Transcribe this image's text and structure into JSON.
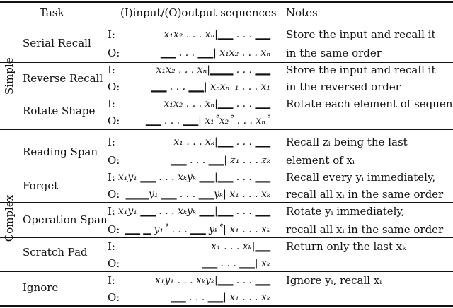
{
  "header": {
    "task": "Task",
    "sequences": "(I)input/(O)output sequences",
    "notes": "Notes"
  },
  "groups": {
    "simple": "Simple",
    "complex": "Complex"
  },
  "rows": [
    {
      "task": "Serial Recall",
      "input_label": "I:",
      "input_seq": "x₁x₂ . . . xₙ|▁▁ . . . ▁▁",
      "output_label": "O:",
      "output_seq": "▁▁ . . . ▁▁| x₁x₂ . . . xₙ",
      "notes_line1": "Store the input and recall it",
      "notes_line2": "in the same order"
    },
    {
      "task": "Reverse Recall",
      "input_label": "I:",
      "input_seq": "x₁x₂ . . . xₙ|▁▁▁ . . . ▁▁",
      "output_label": "O:",
      "output_seq": "▁▁ . . . ▁▁| xₙxₙ₋₁ . . . x₁",
      "notes_line1": "Store the input and recall it",
      "notes_line2": "in the reversed order"
    },
    {
      "task": "Rotate Shape",
      "input_label": "I:",
      "input_seq": "x₁x₂ . . . xₙ|▁▁ . . . ▁▁",
      "output_label": "O:",
      "output_seq": "▁▁ . . . ▁▁| x₁˚x₂˚ . . . xₙ˚",
      "notes_line1": "Rotate each element of sequence",
      "notes_line2": ""
    },
    {
      "task": "Reading Span",
      "input_label": "I:",
      "input_seq": "x₁ . . . xₖ|▁▁ . . . ▁▁",
      "output_label": "O:",
      "output_seq": "▁▁ . . . ▁▁| z₁ . . . zₖ",
      "notes_line1": "Recall zᵢ being the last",
      "notes_line2": "element of xᵢ"
    },
    {
      "task": "Forget",
      "input_label": "I:",
      "input_seq": "x₁y₁ ▁▁ . . . xₖyₖ ▁▁|▁▁ . . . ▁▁",
      "output_label": "O:",
      "output_seq": "▁▁▁y₁ ▁▁ . . . ▁▁yₖ| x₁ . . . xₖ",
      "notes_line1": "Recall every yᵢ immediately,",
      "notes_line2": "recall all xᵢ in the same order"
    },
    {
      "task": "Operation Span",
      "input_label": "I:",
      "input_seq": "x₁y₁ ▁▁ . . . xₖyₖ ▁▁|▁▁ . . . ▁▁",
      "output_label": "O:",
      "output_seq": "▁▁ ▁ y₁˚ . . . ▁▁ yₖ˚| x₁ . . . xₖ",
      "notes_line1": "Rotate yᵢ immediately,",
      "notes_line2": "recall all xᵢ in the same order"
    },
    {
      "task": "Scratch Pad",
      "input_label": "I:",
      "input_seq": "x₁ . . . xₖ|▁▁",
      "output_label": "O:",
      "output_seq": "▁▁ . . . ▁▁| xₖ",
      "notes_line1": "Return only the last xₖ",
      "notes_line2": ""
    },
    {
      "task": "Ignore",
      "input_label": "I:",
      "input_seq": "x₁y₁ . . . xₖyₖ|▁▁ . . . ▁▁",
      "output_label": "O:",
      "output_seq": "▁▁ . . . ▁▁| x₁ . . . xₖ",
      "notes_line1": "Ignore yᵢ, recall xᵢ",
      "notes_line2": ""
    }
  ]
}
